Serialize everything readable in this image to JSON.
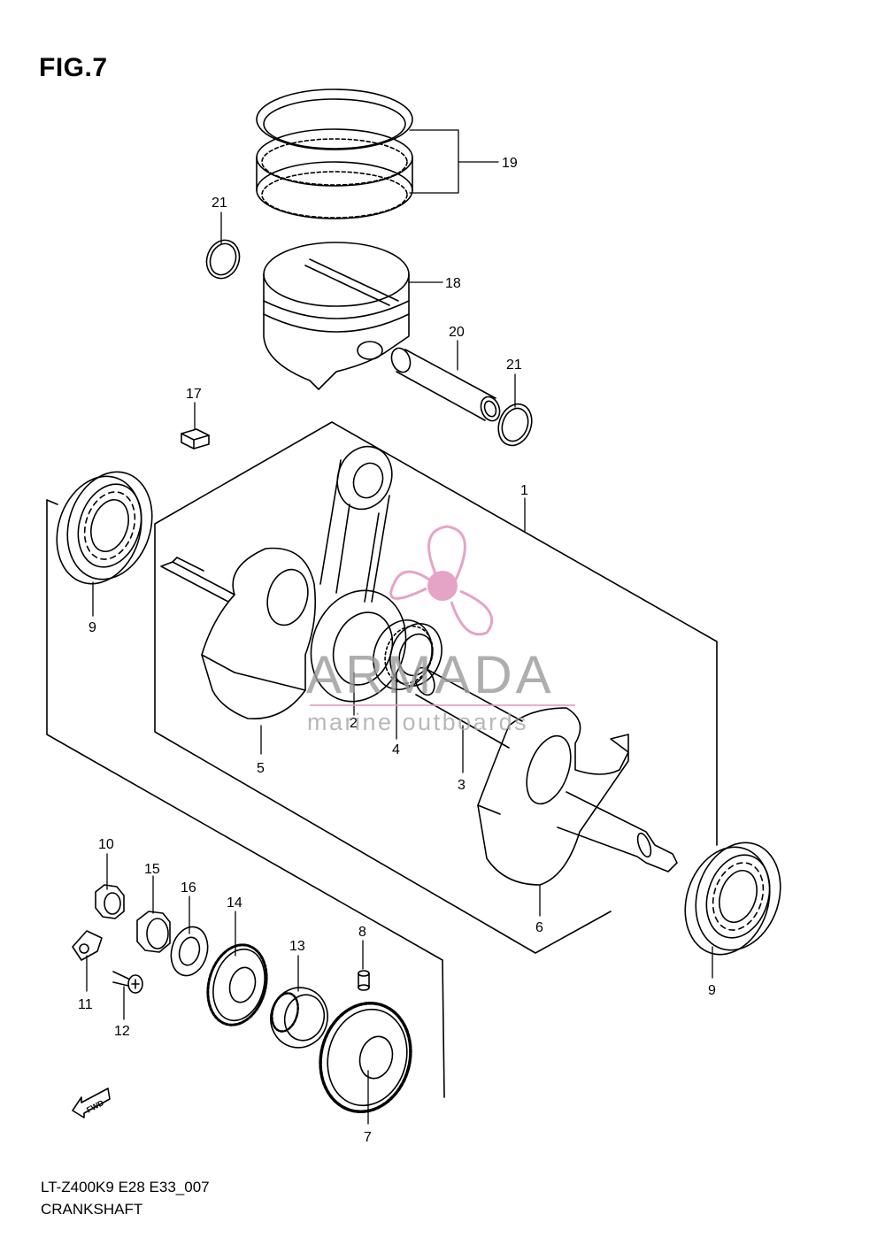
{
  "figure": {
    "title": "FIG.7",
    "model_code": "LT-Z400K9 E28 E33_007",
    "section_name": "CRANKSHAFT"
  },
  "callouts": [
    {
      "id": "c1",
      "label": "1"
    },
    {
      "id": "c2",
      "label": "2"
    },
    {
      "id": "c3",
      "label": "3"
    },
    {
      "id": "c4",
      "label": "4"
    },
    {
      "id": "c5",
      "label": "5"
    },
    {
      "id": "c6",
      "label": "6"
    },
    {
      "id": "c7",
      "label": "7"
    },
    {
      "id": "c8",
      "label": "8"
    },
    {
      "id": "c9a",
      "label": "9"
    },
    {
      "id": "c9b",
      "label": "9"
    },
    {
      "id": "c10",
      "label": "10"
    },
    {
      "id": "c11",
      "label": "11"
    },
    {
      "id": "c12",
      "label": "12"
    },
    {
      "id": "c13",
      "label": "13"
    },
    {
      "id": "c14",
      "label": "14"
    },
    {
      "id": "c15",
      "label": "15"
    },
    {
      "id": "c16",
      "label": "16"
    },
    {
      "id": "c17",
      "label": "17"
    },
    {
      "id": "c18",
      "label": "18"
    },
    {
      "id": "c19",
      "label": "19"
    },
    {
      "id": "c20",
      "label": "20"
    },
    {
      "id": "c21a",
      "label": "21"
    },
    {
      "id": "c21b",
      "label": "21"
    }
  ],
  "direction_marker": {
    "label": "FWD",
    "icon": "forward-arrow-icon"
  },
  "watermark": {
    "brand": "ARMADA",
    "tagline": "marine outboards",
    "logo_icon": "propeller-logo-icon",
    "color": "#e39ac0"
  }
}
